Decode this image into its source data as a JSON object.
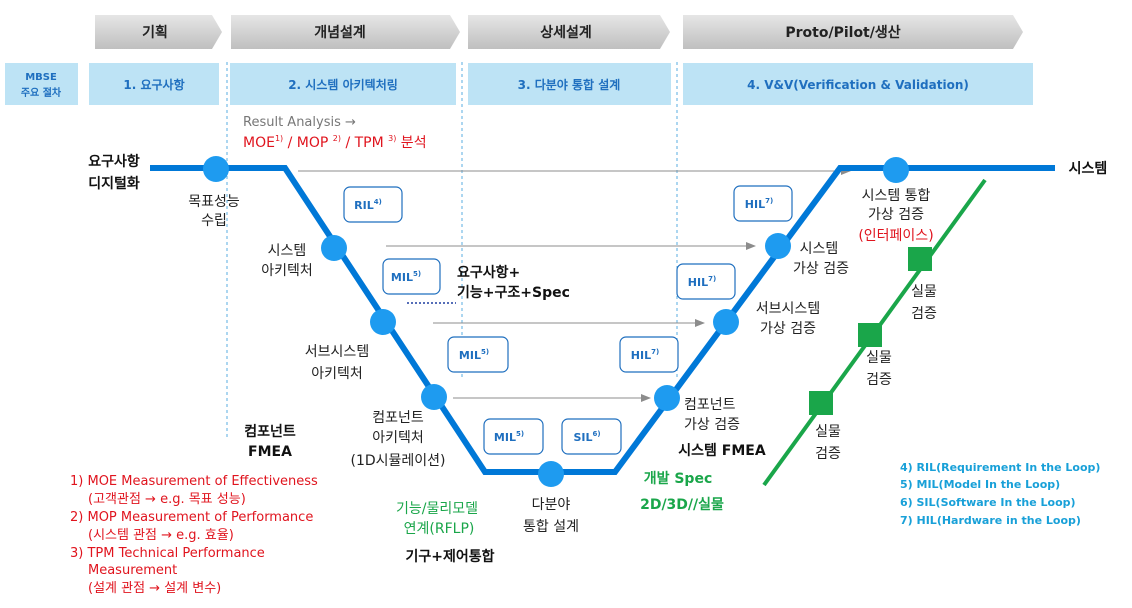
{
  "phases": [
    "기획",
    "개념설계",
    "상세설계",
    "Proto/Pilot/생산"
  ],
  "mbse_label": [
    "MBSE",
    "주요 절차"
  ],
  "steps": [
    "1. 요구사항",
    "2. 시스템 아키텍처링",
    "3. 다분야 통합 설계",
    "4. V&V(Verification & Validation)"
  ],
  "result_analysis": "Result Analysis →",
  "moe_line": {
    "moe": "MOE",
    "moe_sup": "1)",
    "mop": " / MOP ",
    "mop_sup": "2)",
    "tpm": " / TPM ",
    "tpm_sup": "3)",
    "tail": "  분석"
  },
  "left_start": [
    "요구사항",
    "디지털화"
  ],
  "right_end": "시스템",
  "nodes": {
    "target": [
      "목표성능",
      "수립"
    ],
    "sys_arch": [
      "시스템",
      "아키텍처"
    ],
    "subsys_arch": [
      "서브시스템",
      "아키텍처"
    ],
    "comp_arch": [
      "컴포넌트",
      "아키텍처",
      "(1D시뮬레이션)"
    ],
    "multi": [
      "다분야",
      "통합 설계"
    ],
    "comp_verif": [
      "컴포넌트",
      "가상 검증"
    ],
    "subsys_verif": [
      "서브시스템",
      "가상 검증"
    ],
    "sys_verif": [
      "시스템",
      "가상 검증"
    ],
    "sys_integ": [
      "시스템 통합",
      "가상 검증"
    ],
    "interface": "(인터페이스)"
  },
  "loop_boxes": {
    "ril": {
      "text": "RIL",
      "sup": "4)"
    },
    "mil1": {
      "text": "MIL",
      "sup": "5)"
    },
    "mil2": {
      "text": "MIL",
      "sup": "5)"
    },
    "mil3": {
      "text": "MIL",
      "sup": "5)"
    },
    "sil": {
      "text": "SIL",
      "sup": "6)"
    },
    "hil1": {
      "text": "HIL",
      "sup": "7)"
    },
    "hil2": {
      "text": "HIL",
      "sup": "7)"
    },
    "hil3": {
      "text": "HIL",
      "sup": "7)"
    }
  },
  "req_func": [
    "요구사항+",
    "기능+구조+Spec"
  ],
  "comp_fmea": [
    "컴포넌트",
    "FMEA"
  ],
  "sys_fmea": "시스템 FMEA",
  "func_physical": [
    "기능/물리모델",
    "연계(RFLP)"
  ],
  "mech_control": "기구+제어통합",
  "dev_spec": [
    "개발 Spec",
    "2D/3D//실물"
  ],
  "real_verif": [
    "실물",
    "검증"
  ],
  "footnotes": [
    "1) MOE Measurement of Effectiveness",
    "(고객관점 → e.g. 목표 성능)",
    "2) MOP Measurement of Performance",
    "(시스템 관점 → e.g.  효율)",
    "3) TPM Technical Performance",
    "Measurement",
    "(설계 관점 → 설계 변수)"
  ],
  "legend": [
    "4) RIL(Requirement In the Loop)",
    "5) MIL(Model In the Loop)",
    "6) SIL(Software In the Loop)",
    "7) HIL(Hardware in the Loop)"
  ],
  "colors": {
    "accent_blue": "#0078d7",
    "node_blue": "#1e9bf0",
    "red": "#e0141e",
    "green": "#1aa64a",
    "header_gray": "#d9d9d9",
    "step_bg": "#bde3f5"
  }
}
